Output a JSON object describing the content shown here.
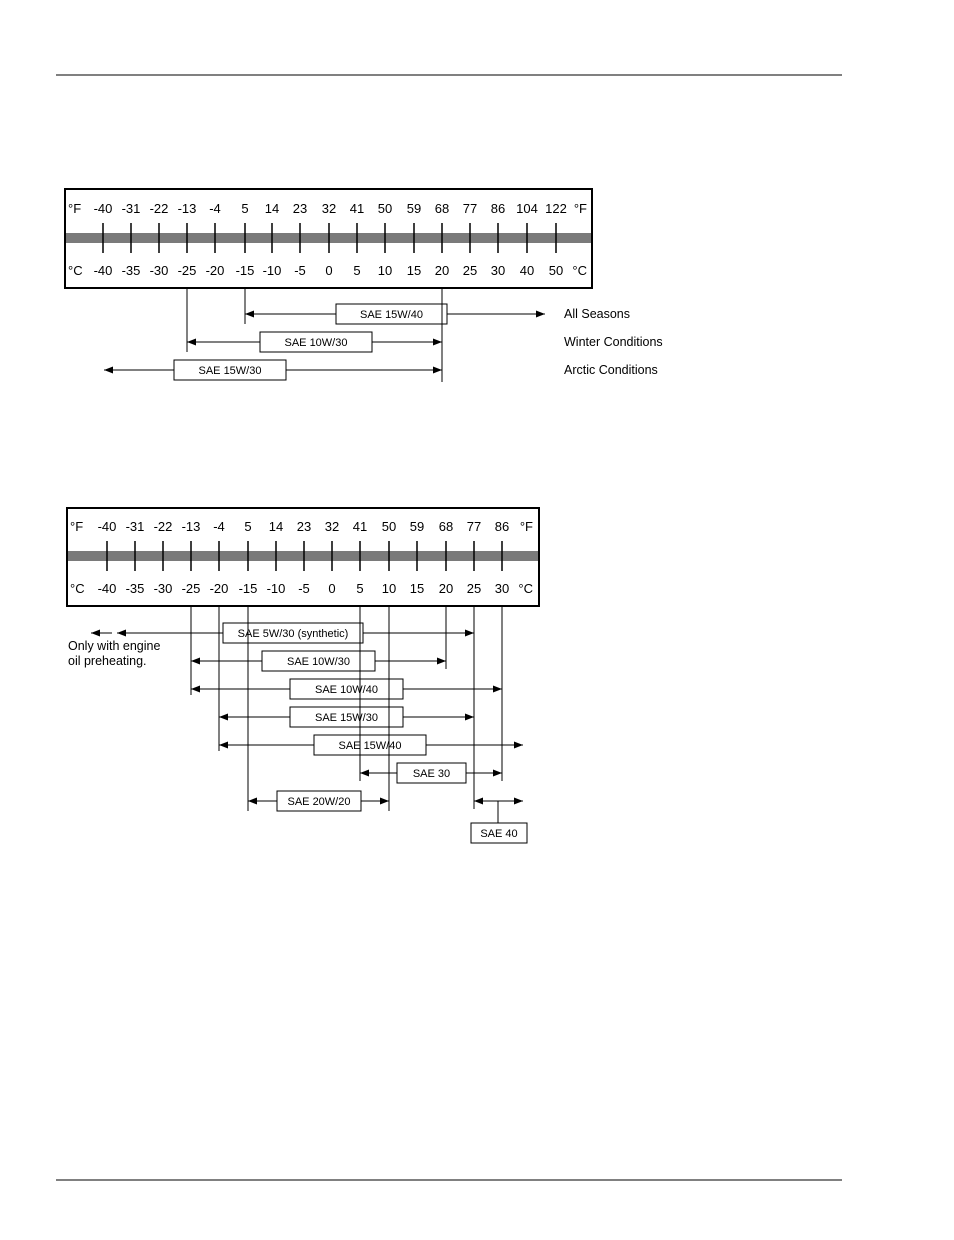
{
  "colors": {
    "scale_band": "#7a7a7a",
    "ink": "#000000",
    "rule": "#000000"
  },
  "chart_1": {
    "f_unit": "°F",
    "c_unit": "°C",
    "fahrenheit": [
      "-40",
      "-31",
      "-22",
      "-13",
      "-4",
      "5",
      "14",
      "23",
      "32",
      "41",
      "50",
      "59",
      "68",
      "77",
      "86",
      "104",
      "122"
    ],
    "celsius": [
      -40,
      -35,
      -30,
      -25,
      -20,
      -15,
      -10,
      -5,
      0,
      5,
      10,
      15,
      20,
      25,
      30,
      40,
      50
    ],
    "ranges": [
      {
        "label": "SAE 15W/40",
        "from_c": -15,
        "to_c": 50,
        "open_left": false,
        "open_right": true,
        "condition": "All Seasons"
      },
      {
        "label": "SAE 10W/30",
        "from_c": -25,
        "to_c": 20,
        "open_left": false,
        "open_right": false,
        "condition": "Winter Conditions"
      },
      {
        "label": "SAE 15W/30",
        "from_c": -40,
        "to_c": 20,
        "open_left": true,
        "open_right": false,
        "condition": "Arctic Conditions"
      }
    ]
  },
  "chart_2": {
    "f_unit": "°F",
    "c_unit": "°C",
    "fahrenheit": [
      "-40",
      "-31",
      "-22",
      "-13",
      "-4",
      "5",
      "14",
      "23",
      "32",
      "41",
      "50",
      "59",
      "68",
      "77",
      "86"
    ],
    "celsius": [
      -40,
      -35,
      -30,
      -25,
      -20,
      -15,
      -10,
      -5,
      0,
      5,
      10,
      15,
      20,
      25,
      30
    ],
    "note_lines": [
      "Only with engine",
      "oil preheating."
    ],
    "ranges": [
      {
        "label": "SAE 5W/30 (synthetic)",
        "from_c": -40,
        "to_c": 25,
        "open_left": true,
        "open_right": false
      },
      {
        "label": "SAE 10W/30",
        "from_c": -25,
        "to_c": 20,
        "open_left": false,
        "open_right": false
      },
      {
        "label": "SAE 10W/40",
        "from_c": -25,
        "to_c": 30,
        "open_left": false,
        "open_right": false
      },
      {
        "label": "SAE 15W/30",
        "from_c": -20,
        "to_c": 25,
        "open_left": false,
        "open_right": false
      },
      {
        "label": "SAE 15W/40",
        "from_c": -20,
        "to_c": 30,
        "open_left": false,
        "open_right": true
      },
      {
        "label": "SAE 30",
        "from_c": 5,
        "to_c": 30,
        "open_left": false,
        "open_right": false
      },
      {
        "label": "SAE 20W/20",
        "from_c": -15,
        "to_c": 10,
        "open_left": false,
        "open_right": false
      },
      {
        "label": "SAE 40",
        "from_c": 25,
        "to_c": 30,
        "open_left": false,
        "open_right": true
      }
    ]
  }
}
